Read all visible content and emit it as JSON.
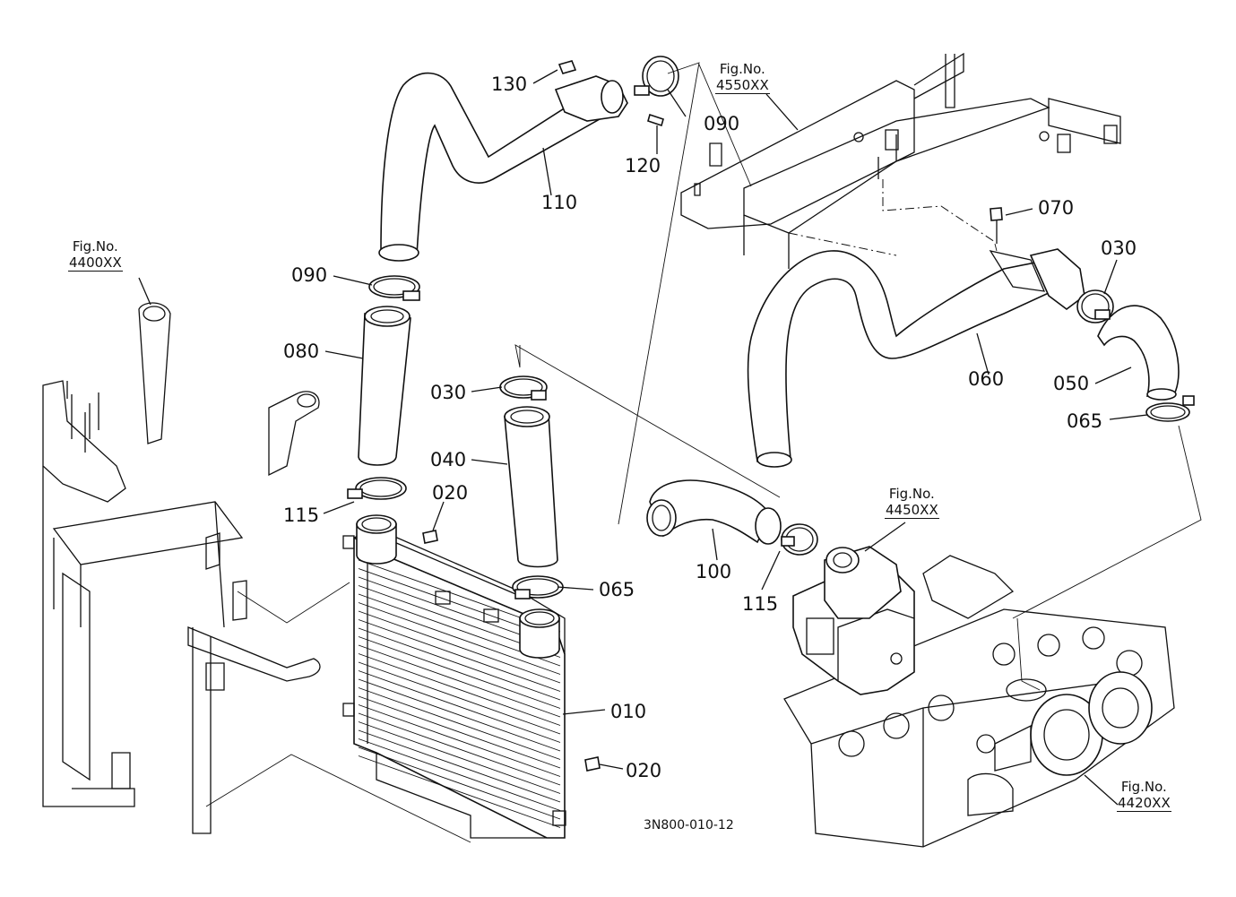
{
  "drawing_code": "3N800-010-12",
  "figure_refs": [
    {
      "key": "4400",
      "prefix": "Fig.No.",
      "number": "4400XX"
    },
    {
      "key": "4550",
      "prefix": "Fig.No.",
      "number": "4550XX"
    },
    {
      "key": "4450",
      "prefix": "Fig.No.",
      "number": "4450XX"
    },
    {
      "key": "4420",
      "prefix": "Fig.No.",
      "number": "4420XX"
    }
  ],
  "part_labels": {
    "p130": "130",
    "p090_top": "090",
    "p120": "120",
    "p110": "110",
    "p090_mid": "090",
    "p080": "080",
    "p030_left": "030",
    "p040": "040",
    "p020_top": "020",
    "p115_left": "115",
    "p065_mid": "065",
    "p010": "010",
    "p020_bottom": "020",
    "p070": "070",
    "p030_right": "030",
    "p060": "060",
    "p050": "050",
    "p065_right": "065",
    "p100": "100",
    "p115_right": "115"
  }
}
